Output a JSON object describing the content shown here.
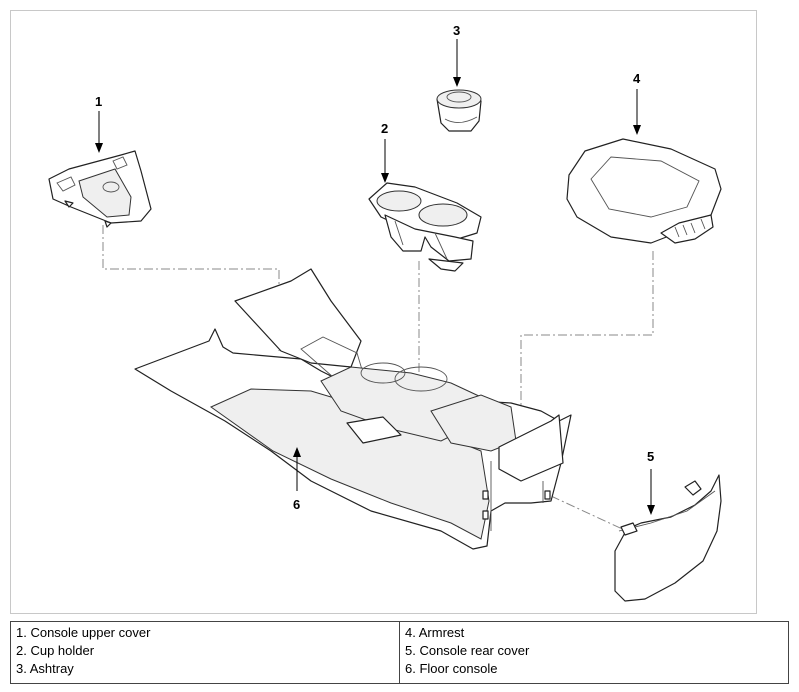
{
  "callouts": [
    "1",
    "2",
    "3",
    "4",
    "5",
    "6"
  ],
  "legend": {
    "left": [
      "1. Console upper cover",
      "2. Cup holder",
      "3. Ashtray"
    ],
    "right": [
      "4. Armrest",
      "5. Console rear cover",
      "6. Floor console"
    ]
  }
}
